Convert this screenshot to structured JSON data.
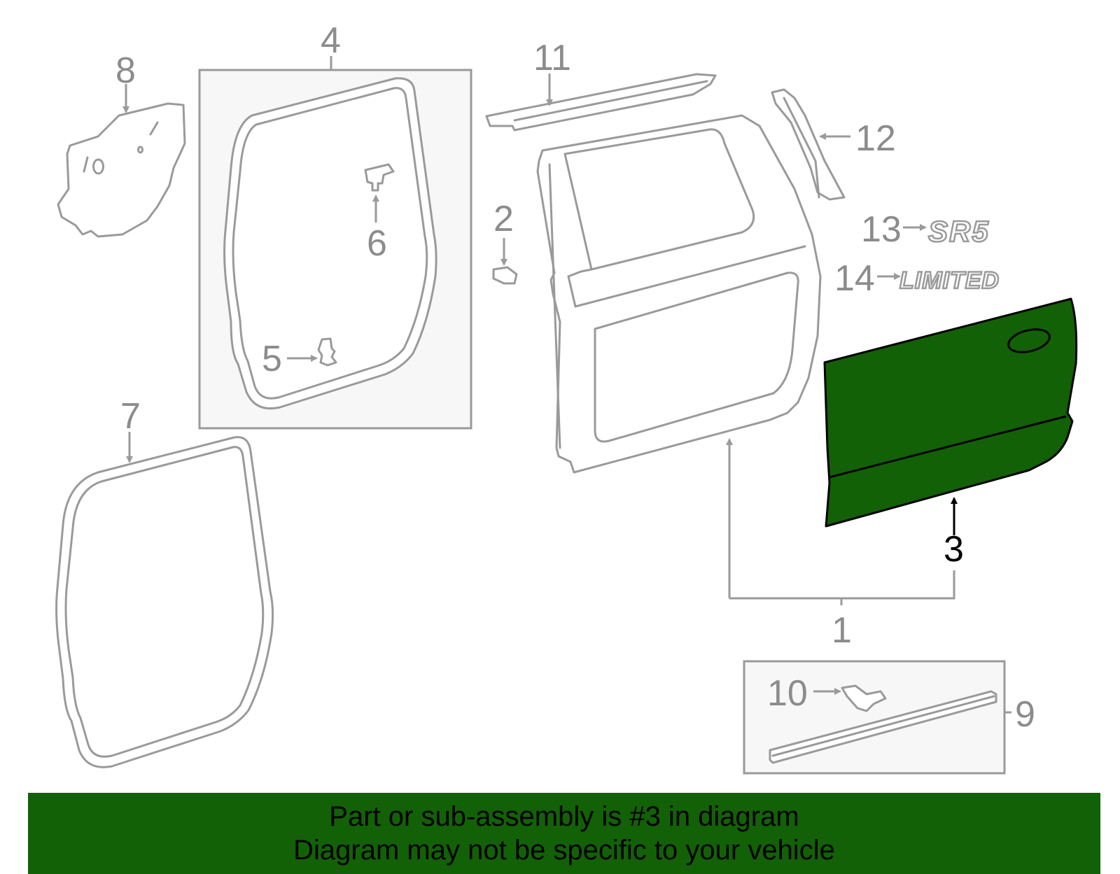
{
  "callouts": {
    "c1": "1",
    "c2": "2",
    "c3": "3",
    "c4": "4",
    "c5": "5",
    "c6": "6",
    "c7": "7",
    "c8": "8",
    "c9": "9",
    "c10": "10",
    "c11": "11",
    "c12": "12",
    "c13": "13",
    "c14": "14"
  },
  "emblems": {
    "srs": "SR5",
    "limited": "LIMITED"
  },
  "highlighted_part": "3",
  "colors": {
    "highlight": "#136106",
    "lines": "#9a9a9a",
    "box_fill": "#f7f7f7"
  },
  "banner": {
    "line1": "Part or sub-assembly is #3 in diagram",
    "line2": "Diagram may not be specific to your vehicle"
  }
}
